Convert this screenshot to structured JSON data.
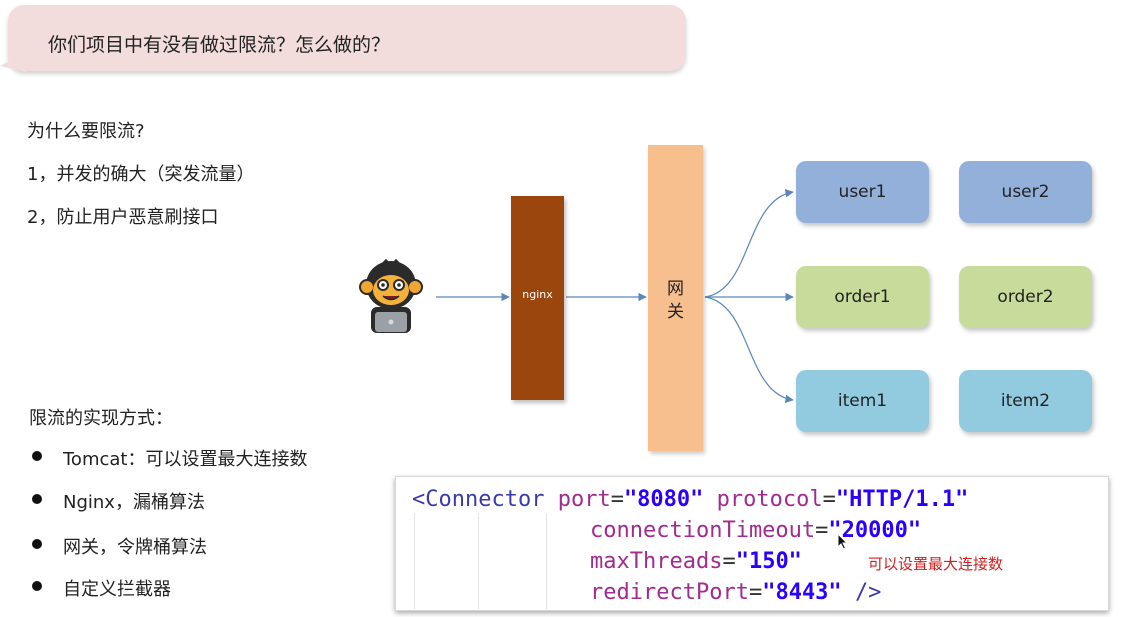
{
  "header": {
    "question": "你们项目中有没有做过限流？怎么做的？"
  },
  "why": {
    "title": "为什么要限流?",
    "reasons": [
      "1，并发的确大（突发流量）",
      "2，防止用户恶意刷接口"
    ]
  },
  "diagram": {
    "nginx_label": "nginx",
    "gateway_label": "网\n关",
    "services": {
      "user1": "user1",
      "user2": "user2",
      "order1": "order1",
      "order2": "order2",
      "item1": "item1",
      "item2": "item2"
    },
    "colors": {
      "nginx": "#9a460c",
      "gateway": "#f7be8e",
      "user": "#92b0d9",
      "order": "#c7dc9b",
      "item": "#92cbdf",
      "arrow": "#5b86b8"
    }
  },
  "methods": {
    "title": "限流的实现方式：",
    "items": [
      "Tomcat：可以设置最大连接数",
      "Nginx，漏桶算法",
      "网关，令牌桶算法",
      "自定义拦截器"
    ]
  },
  "code": {
    "tag": "<Connector",
    "port_attr": "port",
    "port_val": "\"8080\"",
    "protocol_attr": "protocol",
    "protocol_val": "\"HTTP/1.1\"",
    "timeout_attr": "connectionTimeout",
    "timeout_val": "\"20000\"",
    "threads_attr": "maxThreads",
    "threads_val": "\"150\"",
    "redirect_attr": "redirectPort",
    "redirect_val": "\"8443\"",
    "close": "/>",
    "note": "可以设置最大连接数"
  }
}
